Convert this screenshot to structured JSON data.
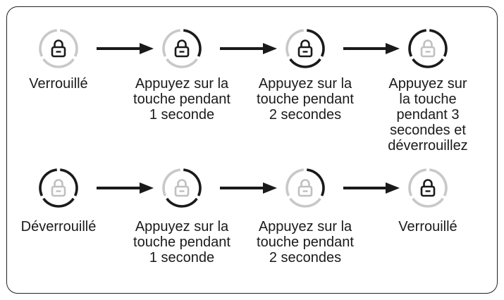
{
  "colors": {
    "dark": "#1a1a1a",
    "light": "#c8c8c8",
    "icon_dim": "#c0c0c0"
  },
  "rows": [
    {
      "steps": [
        {
          "name": "locked",
          "label": "Verrouillé",
          "ring": "light",
          "lock": "dark",
          "dark_arc_fraction": 0
        },
        {
          "name": "press-1s",
          "label": "Appuyez sur la\ntouche pendant\n1 seconde",
          "ring": "mixed",
          "lock": "dark",
          "dark_arc_fraction": 0.33
        },
        {
          "name": "press-2s",
          "label": "Appuyez sur la\ntouche pendant\n2 secondes",
          "ring": "mixed",
          "lock": "dark",
          "dark_arc_fraction": 0.67
        },
        {
          "name": "press-3s-unlock",
          "label": "Appuyez sur\nla touche\npendant 3\nsecondes et\ndéverrouillez",
          "ring": "dark",
          "lock": "light",
          "dark_arc_fraction": 1
        }
      ]
    },
    {
      "steps": [
        {
          "name": "unlocked",
          "label": "Déverrouillé",
          "ring": "dark",
          "lock": "light",
          "dark_arc_fraction": 1
        },
        {
          "name": "press-1s",
          "label": "Appuyez sur la\ntouche pendant\n1 seconde",
          "ring": "mixed",
          "lock": "light",
          "dark_arc_fraction": 0.67
        },
        {
          "name": "press-2s",
          "label": "Appuyez sur la\ntouche pendant\n2 secondes",
          "ring": "mixed",
          "lock": "light",
          "dark_arc_fraction": 0.33
        },
        {
          "name": "locked",
          "label": "Verrouillé",
          "ring": "light",
          "lock": "dark",
          "dark_arc_fraction": 0
        }
      ]
    }
  ]
}
